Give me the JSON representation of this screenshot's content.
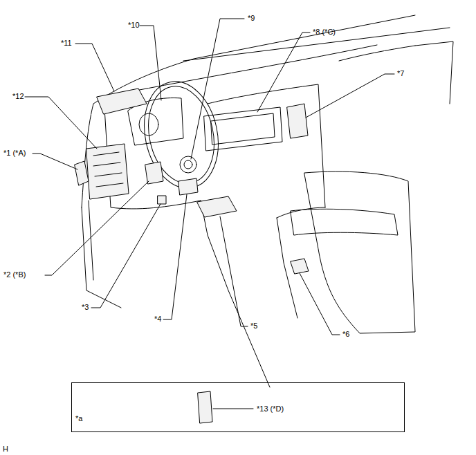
{
  "diagram": {
    "nodes": [
      {
        "text": [
          "*a",
          "*13 (*D)"
        ]
      }
    ],
    "labels": [
      "*1 (*A)",
      "*2 (*B)",
      "*3",
      "*4",
      "*5",
      "*6",
      "*7",
      "*8 (*C)",
      "*9",
      "*10",
      "*11",
      "*12",
      "H"
    ]
  }
}
